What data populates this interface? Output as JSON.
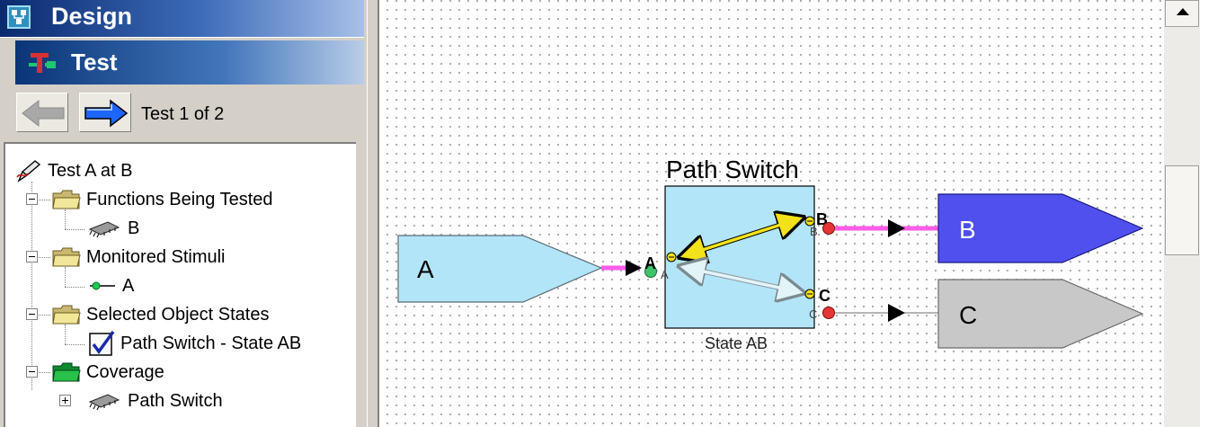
{
  "sidebar": {
    "design_title": "Design",
    "test_title": "Test",
    "test_count": "Test 1 of 2",
    "nav": {
      "back_icon": "arrow-left-icon",
      "forward_icon": "arrow-right-icon"
    },
    "tree": {
      "root": "Test A at B",
      "functions_group": "Functions Being Tested",
      "function_b": "B",
      "stimuli_group": "Monitored Stimuli",
      "stimulus_a": "A",
      "states_group": "Selected Object States",
      "state_item": "Path Switch - State AB",
      "coverage_group": "Coverage",
      "coverage_item": "Path Switch"
    }
  },
  "diagram": {
    "switch_title": "Path Switch",
    "switch_state": "State AB",
    "node_a": "A",
    "node_b": "B",
    "node_c": "C",
    "port_a": "A",
    "port_a_small": "A",
    "port_b": "B",
    "port_b_small": "B",
    "port_c": "C",
    "port_c_small": "C",
    "colors": {
      "node_a_fill": "#b3e5f8",
      "node_b_fill": "#5050ee",
      "node_c_fill": "#c8c8c8",
      "switch_fill": "#b3e5f8",
      "active_link": "#ff5ae8",
      "active_path": "#f2e21a",
      "inactive_path": "#e3f4f8",
      "port_output": "#e53535",
      "port_input": "#3ec46b"
    }
  }
}
